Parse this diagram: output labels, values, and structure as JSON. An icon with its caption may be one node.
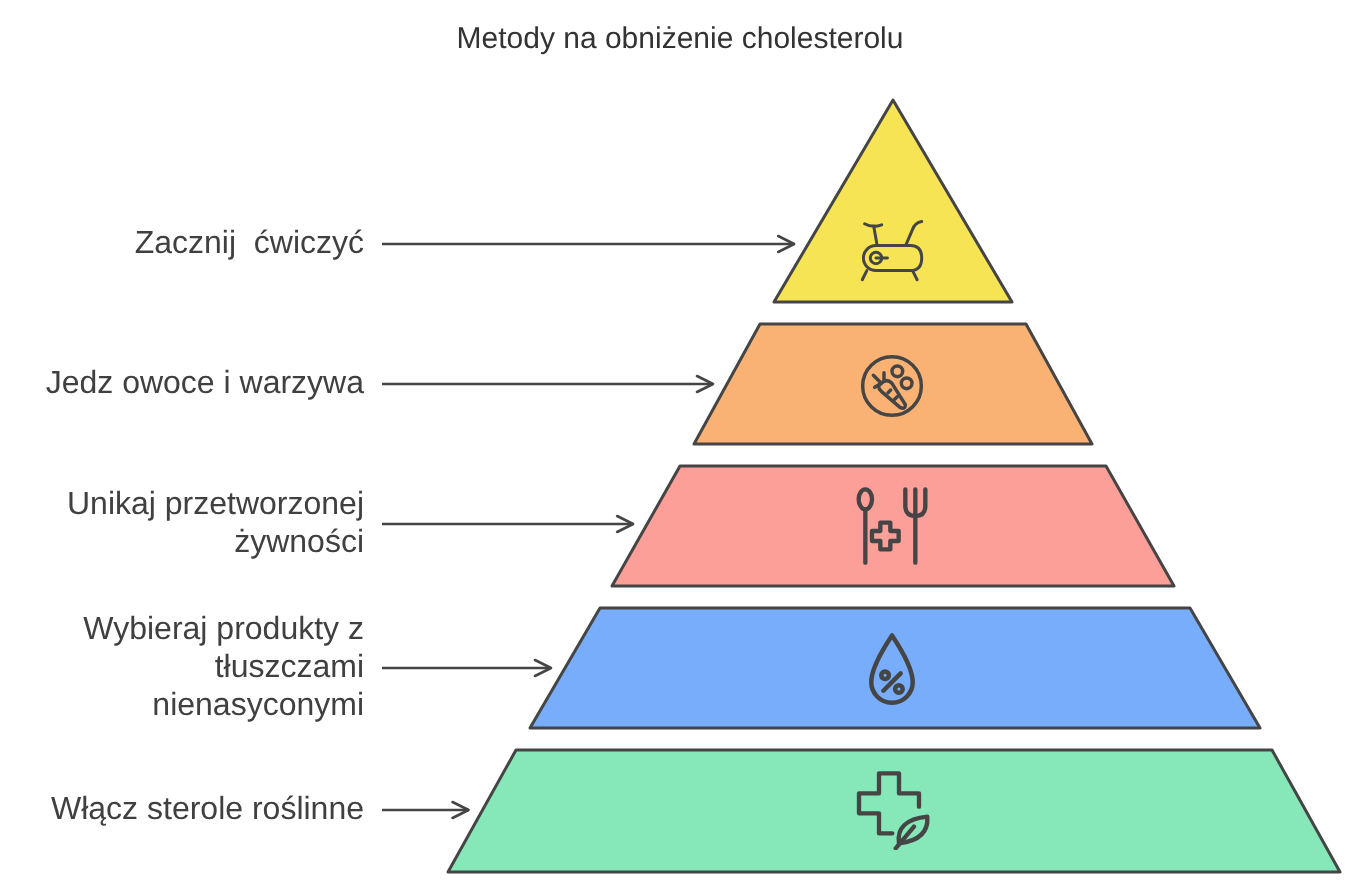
{
  "diagram": {
    "title": "Metody na obniżenie cholesterolu",
    "nodes": [
      {
        "text": [
          "Zacznij  ćwiczyć"
        ]
      },
      {
        "text": [],
        "shape": "triangle"
      },
      {
        "text": [
          "Jedz owoce i warzywa"
        ]
      },
      {
        "text": [],
        "shape": "trapezoid"
      },
      {
        "text": [
          "Unikaj przetworzonej żywności"
        ]
      },
      {
        "text": [],
        "shape": "trapezoid"
      },
      {
        "text": [
          "Wybieraj produkty z tłuszczami nienasyconymi"
        ]
      },
      {
        "text": [],
        "shape": "trapezoid"
      },
      {
        "text": [
          "Włącz sterole roślinne"
        ]
      },
      {
        "text": [],
        "shape": "trapezoid"
      }
    ],
    "edges": [
      {
        "from": 0,
        "to": 1,
        "arrow": "to"
      },
      {
        "from": 2,
        "to": 3,
        "arrow": "to"
      },
      {
        "from": 4,
        "to": 5,
        "arrow": "to"
      },
      {
        "from": 6,
        "to": 7,
        "arrow": "to"
      },
      {
        "from": 8,
        "to": 9,
        "arrow": "to"
      }
    ]
  }
}
